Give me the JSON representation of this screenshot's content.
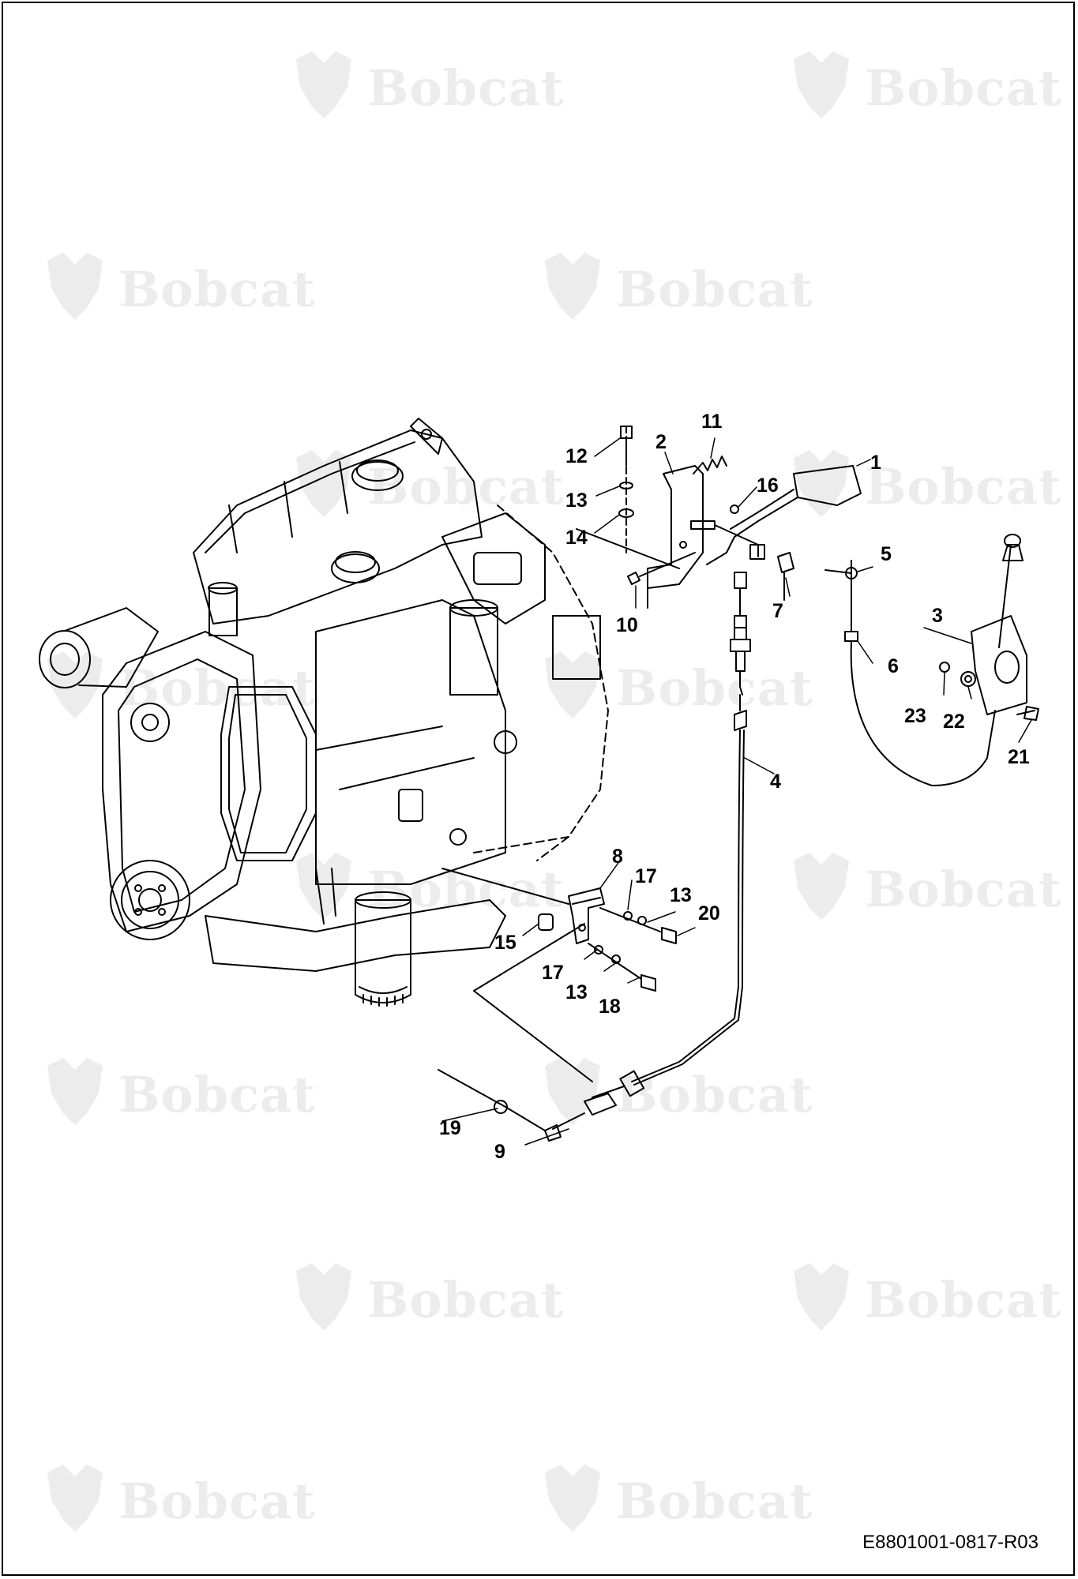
{
  "watermark": {
    "brand": "Bobcat",
    "logo_icon": "bobcat-head-icon"
  },
  "labels": {
    "p1": "1",
    "p2": "2",
    "p3": "3",
    "p4": "4",
    "p5": "5",
    "p6": "6",
    "p7": "7",
    "p8": "8",
    "p9": "9",
    "p10": "10",
    "p11": "11",
    "p12": "12",
    "p13a": "13",
    "p13b": "13",
    "p13c": "13",
    "p14": "14",
    "p15": "15",
    "p16": "16",
    "p17a": "17",
    "p17b": "17",
    "p18": "18",
    "p19": "19",
    "p20": "20",
    "p21": "21",
    "p22": "22",
    "p23": "23"
  },
  "document_id": "E8801001-0817-R03",
  "colors": {
    "line": "#000000",
    "watermark": "#ececec"
  }
}
